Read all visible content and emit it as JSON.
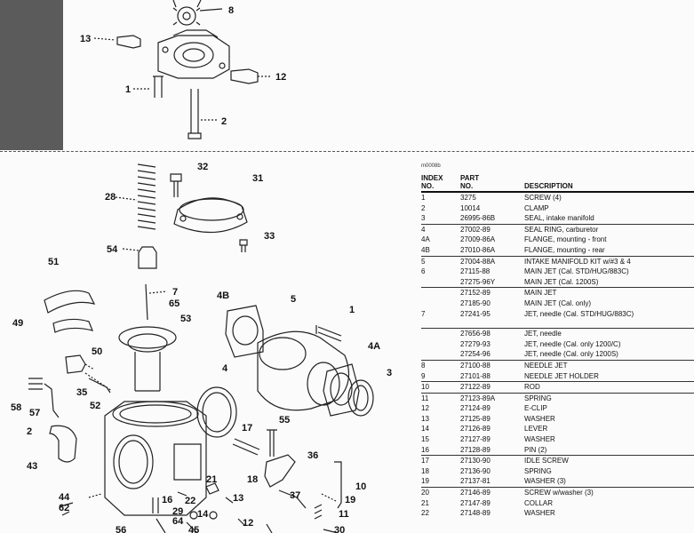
{
  "callouts": {
    "c8": "8",
    "c13": "13",
    "c12": "12",
    "c1a": "1",
    "c2a": "2",
    "c32": "32",
    "c28": "28",
    "c31": "31",
    "c33": "33",
    "c54": "54",
    "c51": "51",
    "c7": "7",
    "c65": "65",
    "c53": "53",
    "c4b": "4B",
    "c5": "5",
    "c1b": "1",
    "c49": "49",
    "c4a": "4A",
    "c50": "50",
    "c4": "4",
    "c3": "3",
    "c58": "58",
    "c57": "57",
    "c35": "35",
    "c52": "52",
    "c2b": "2",
    "c55": "55",
    "c17": "17",
    "c36": "36",
    "c43": "43",
    "c18": "18",
    "c10": "10",
    "c44": "44",
    "c62": "62",
    "c16": "16",
    "c22": "22",
    "c21": "21",
    "c13b": "13",
    "c37": "37",
    "c29": "29",
    "c64": "64",
    "c14": "14",
    "c19": "19",
    "c11": "11",
    "c56": "56",
    "c45": "45",
    "c12b": "12",
    "c30": "30"
  },
  "table": {
    "figure_id": "m0008b",
    "headers": {
      "index": "INDEX\nNO.",
      "part": "PART\nNO.",
      "description": "DESCRIPTION"
    },
    "rows": [
      {
        "index": "1",
        "part": "3275",
        "description": "SCREW (4)"
      },
      {
        "index": "2",
        "part": "10014",
        "description": "CLAMP"
      },
      {
        "index": "3",
        "part": "26995-86B",
        "description": "SEAL, intake manifold"
      },
      {
        "index": "4",
        "part": "27002-89",
        "description": "SEAL RING, carburetor"
      },
      {
        "index": "4A",
        "part": "27009-86A",
        "description": "FLANGE, mounting - front"
      },
      {
        "index": "4B",
        "part": "27010-86A",
        "description": "FLANGE, mounting - rear"
      },
      {
        "index": "5",
        "part": "27004-88A",
        "description": "INTAKE MANIFOLD KIT w/#3 & 4"
      },
      {
        "index": "6",
        "part": "27115-88",
        "description": "MAIN JET (Cal. STD/HUG/883C)"
      },
      {
        "index": "",
        "part": "27275-96Y",
        "description": "MAIN JET (Cal. 1200S)"
      },
      {
        "index": "",
        "part": "27152-89",
        "description": "MAIN JET"
      },
      {
        "index": "",
        "part": "27185-90",
        "description": "MAIN JET (Cal. only)"
      },
      {
        "index": "7",
        "part": "27241-95",
        "description": "JET, needle (Cal. STD/HUG/883C)"
      },
      {
        "index": "",
        "part": "27656-98",
        "description": "JET, needle"
      },
      {
        "index": "",
        "part": "27279-93",
        "description": "JET, needle (Cal. only 1200/C)"
      },
      {
        "index": "",
        "part": "27254-96",
        "description": "JET, needle (Cal. only 1200S)"
      },
      {
        "index": "8",
        "part": "27100-88",
        "description": "NEEDLE JET"
      },
      {
        "index": "9",
        "part": "27101-88",
        "description": "NEEDLE JET HOLDER"
      },
      {
        "index": "10",
        "part": "27122-89",
        "description": "ROD"
      },
      {
        "index": "11",
        "part": "27123-89A",
        "description": "SPRING"
      },
      {
        "index": "12",
        "part": "27124-89",
        "description": "E-CLIP"
      },
      {
        "index": "13",
        "part": "27125-89",
        "description": "WASHER"
      },
      {
        "index": "14",
        "part": "27126-89",
        "description": "LEVER"
      },
      {
        "index": "15",
        "part": "27127-89",
        "description": "WASHER"
      },
      {
        "index": "16",
        "part": "27128-89",
        "description": "PIN (2)"
      },
      {
        "index": "17",
        "part": "27130-90",
        "description": "IDLE SCREW"
      },
      {
        "index": "18",
        "part": "27136-90",
        "description": "SPRING"
      },
      {
        "index": "19",
        "part": "27137-81",
        "description": "WASHER (3)"
      },
      {
        "index": "20",
        "part": "27146-89",
        "description": "SCREW w/washer (3)"
      },
      {
        "index": "21",
        "part": "27147-89",
        "description": "COLLAR"
      },
      {
        "index": "22",
        "part": "27148-89",
        "description": "WASHER"
      }
    ]
  }
}
